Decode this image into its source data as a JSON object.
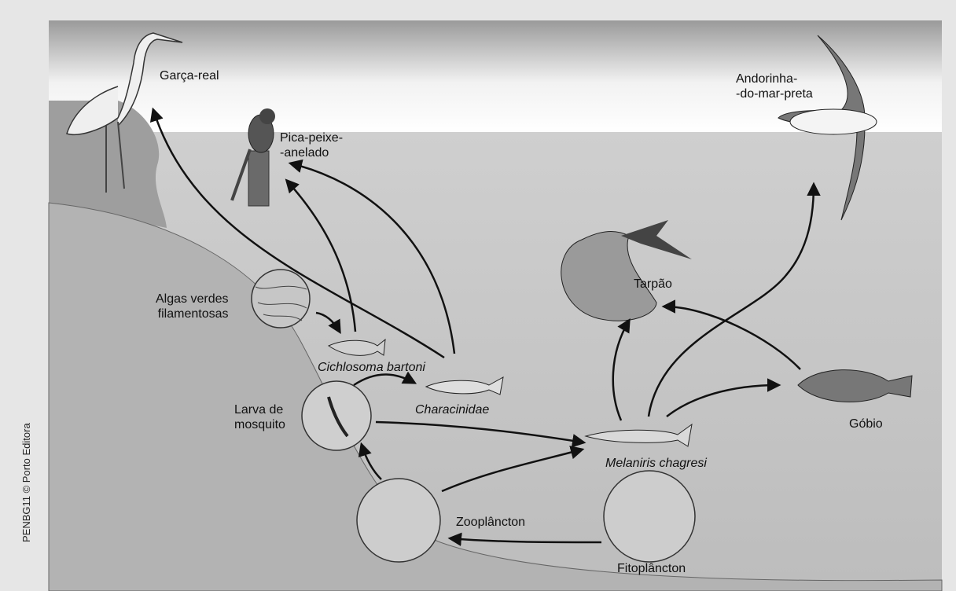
{
  "organisms": {
    "garca": "Garça-real",
    "pica": "Pica-peixe-\n-anelado",
    "andorinha": "Andorinha-\n-do-mar-preta",
    "tarpao": "Tarpão",
    "algas": "Algas verdes\nfilamentosas",
    "cichlosoma": "Cichlosoma bartoni",
    "characinidae": "Characinidae",
    "larva": "Larva de\nmosquito",
    "melaniris": "Melaniris chagresi",
    "gobio": "Góbio",
    "zooplancton": "Zooplâncton",
    "fitoplancton": "Fitoplâncton"
  },
  "credit": "PENBG11 © Porto Editora",
  "colors": {
    "water": "#c8c8c8",
    "sky": "#ffffff",
    "shore": "#a3a3a3",
    "arrow": "#111111"
  }
}
